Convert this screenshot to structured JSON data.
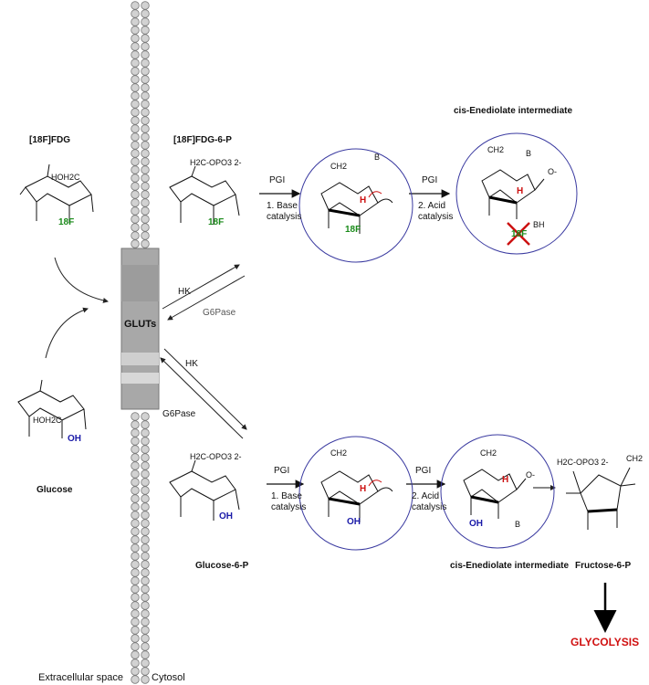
{
  "labels": {
    "fdg": "[18F]FDG",
    "fdg6p": "[18F]FDG-6-P",
    "cis_top": "cis-Enediolate intermediate",
    "cis_bottom": "cis-Enediolate intermediate",
    "glucose": "Glucose",
    "glucose6p": "Glucose-6-P",
    "fructose6p": "Fructose-6-P",
    "glycolysis": "GLYCOLYSIS",
    "gluts": "GLUTs",
    "extracellular": "Extracellular space",
    "cytosol": "Cytosol"
  },
  "enzymes": {
    "hk_1": "HK",
    "g6pase_1": "G6Pase",
    "hk_2": "HK",
    "g6pase_2": "G6Pase",
    "pgi_top_1": "PGI",
    "base_top_1": "1. Base",
    "base_top_2": "catalysis",
    "pgi_top_2": "PGI",
    "acid_top_1": "2. Acid",
    "acid_top_2": "catalysis",
    "pgi_bot_1": "PGI",
    "base_bot_1": "1. Base",
    "base_bot_2": "catalysis",
    "pgi_bot_2": "PGI",
    "acid_bot_1": "2. Acid",
    "acid_bot_2": "catalysis"
  },
  "atoms": {
    "fluorine": "18F",
    "oh_blue": "OH",
    "h_red": "H",
    "hoh2c": "HOH2C",
    "h2c_opo3": "H2C-OPO3 2-",
    "ch2": "CH2",
    "o_minus": "O-",
    "b": "B",
    "bh": "BH"
  },
  "colors": {
    "fluorine": "#1a8a1a",
    "hydroxyl": "#1a1aa8",
    "hydrogen": "#cc1111",
    "glycolysis": "#d01010",
    "membrane": "#c9c9c9",
    "transporter": "#a9a9a9",
    "circle": "#3a3aa0"
  }
}
